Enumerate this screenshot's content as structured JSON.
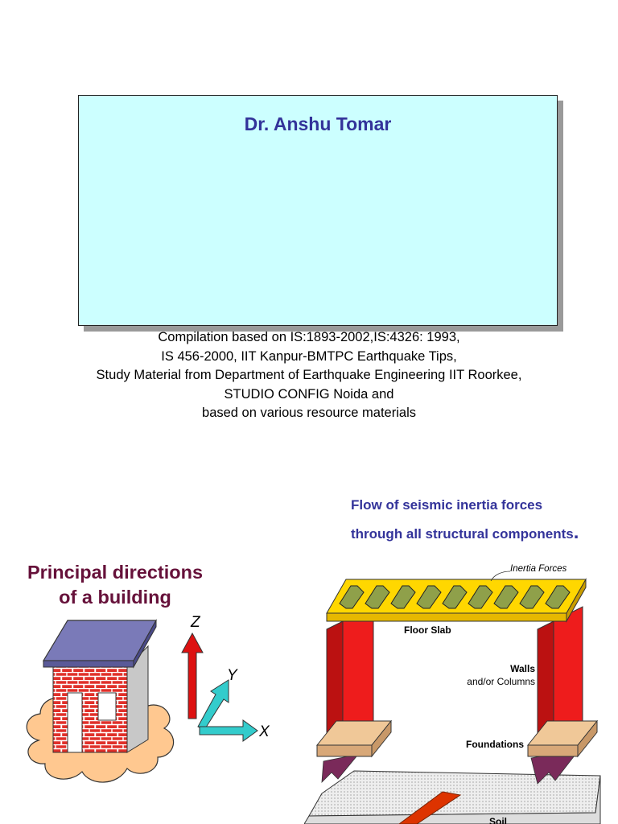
{
  "title_box": {
    "author": "Dr. Anshu Tomar"
  },
  "credits": [
    "Compilation based on IS:1893-2002,IS:4326: 1993,",
    "IS 456-2000, IIT Kanpur-BMTPC Earthquake Tips,",
    "Study Material from Department of Earthquake Engineering IIT Roorkee,",
    "STUDIO CONFIG Noida and",
    "based on various resource materials"
  ],
  "flow_figure": {
    "caption_line1": "Flow of seismic inertia forces",
    "caption_line2": "through all structural components",
    "caption_period": ".",
    "labels": {
      "inertia_forces": "Inertia Forces",
      "floor_slab": "Floor Slab",
      "walls": "Walls",
      "columns": "and/or Columns",
      "foundations": "Foundations",
      "soil": "Soil"
    }
  },
  "principal_figure": {
    "title_line1": "Principal directions",
    "title_line2": "of a building",
    "axis_z": "Z",
    "axis_y": "Y",
    "axis_x": "X"
  },
  "colors": {
    "title_box_bg": "#ccffff",
    "title_text": "#33339a",
    "principal_title": "#66113a",
    "slab": "#ffd700",
    "walls": "#ee1c1c",
    "foundations": "#f0c898",
    "brick": "#e0302a",
    "roof": "#7a7ab8",
    "cloud": "#ffc890",
    "arrow_z": "#dd1111",
    "arrow_xy": "#33cccc"
  }
}
